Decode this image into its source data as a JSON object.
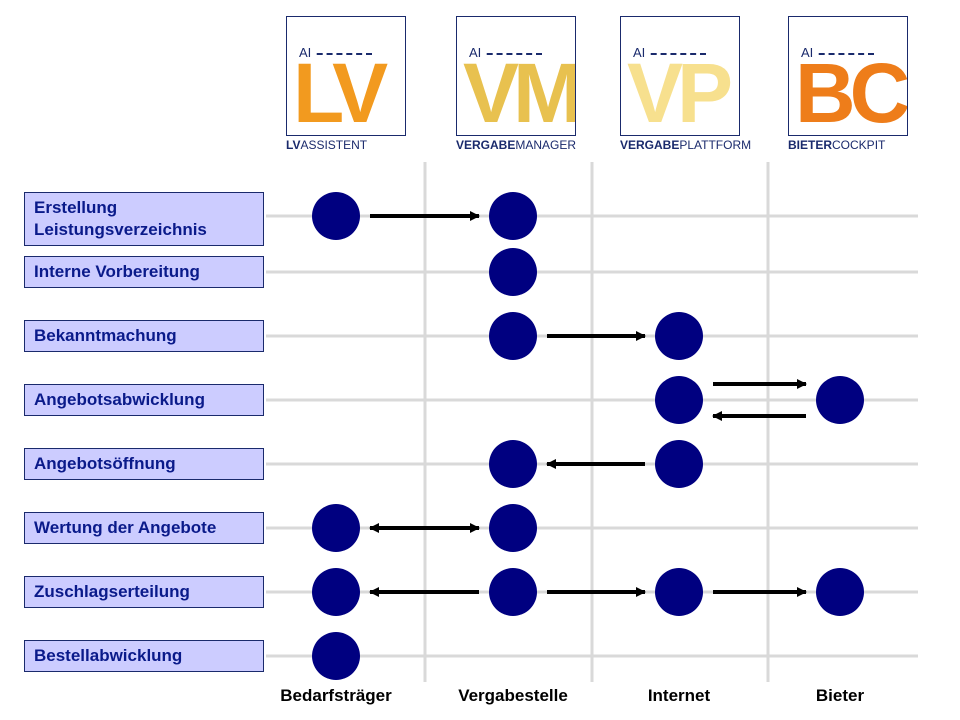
{
  "logos": [
    {
      "letters": "LV",
      "ai": "AI",
      "caption_bold": "LV",
      "caption_rest": "ASSISTENT",
      "color": "#f29a1f"
    },
    {
      "letters": "VM",
      "ai": "AI",
      "caption_bold": "VERGABE",
      "caption_rest": "MANAGER",
      "color": "#e8c14f"
    },
    {
      "letters": "VP",
      "ai": "AI",
      "caption_bold": "VERGABE",
      "caption_rest": "PLATTFORM",
      "color": "#f7e08e"
    },
    {
      "letters": "BC",
      "ai": "AI",
      "caption_bold": "BIETER",
      "caption_rest": "COCKPIT",
      "color": "#ee7d1a"
    }
  ],
  "columns": [
    "Bedarfsträger",
    "Vergabestelle",
    "Internet",
    "Bieter"
  ],
  "rows": [
    {
      "label_line1": "Erstellung",
      "label_line2": "Leistungsverzeichnis"
    },
    {
      "label_line1": "Interne Vorbereitung",
      "label_line2": ""
    },
    {
      "label_line1": "Bekanntmachung",
      "label_line2": ""
    },
    {
      "label_line1": "Angebotsabwicklung",
      "label_line2": ""
    },
    {
      "label_line1": "Angebotsöffnung",
      "label_line2": ""
    },
    {
      "label_line1": "Wertung der Angebote",
      "label_line2": ""
    },
    {
      "label_line1": "Zuschlagserteilung",
      "label_line2": ""
    },
    {
      "label_line1": "Bestellabwicklung",
      "label_line2": ""
    }
  ],
  "nodes": [
    {
      "row": 0,
      "col": 0
    },
    {
      "row": 0,
      "col": 1
    },
    {
      "row": 1,
      "col": 1
    },
    {
      "row": 2,
      "col": 1
    },
    {
      "row": 2,
      "col": 2
    },
    {
      "row": 3,
      "col": 2
    },
    {
      "row": 3,
      "col": 3
    },
    {
      "row": 4,
      "col": 1
    },
    {
      "row": 4,
      "col": 2
    },
    {
      "row": 5,
      "col": 0
    },
    {
      "row": 5,
      "col": 1
    },
    {
      "row": 6,
      "col": 0
    },
    {
      "row": 6,
      "col": 1
    },
    {
      "row": 6,
      "col": 2
    },
    {
      "row": 6,
      "col": 3
    },
    {
      "row": 7,
      "col": 0
    }
  ],
  "arrows": [
    {
      "row": 0,
      "from": 0,
      "to": 1,
      "type": "forward"
    },
    {
      "row": 2,
      "from": 1,
      "to": 2,
      "type": "forward"
    },
    {
      "row": 3,
      "from": 2,
      "to": 3,
      "type": "forward",
      "lane": "upper"
    },
    {
      "row": 3,
      "from": 3,
      "to": 2,
      "type": "forward",
      "lane": "lower"
    },
    {
      "row": 4,
      "from": 2,
      "to": 1,
      "type": "forward"
    },
    {
      "row": 5,
      "from": 0,
      "to": 1,
      "type": "double"
    },
    {
      "row": 6,
      "from": 1,
      "to": 0,
      "type": "forward"
    },
    {
      "row": 6,
      "from": 1,
      "to": 2,
      "type": "forward"
    },
    {
      "row": 6,
      "from": 2,
      "to": 3,
      "type": "forward"
    }
  ],
  "colors": {
    "node": "#000080",
    "label_bg": "#ccccff",
    "label_text": "#0a1a8a",
    "grid": "#d9d9d9",
    "arrow": "#000000"
  }
}
